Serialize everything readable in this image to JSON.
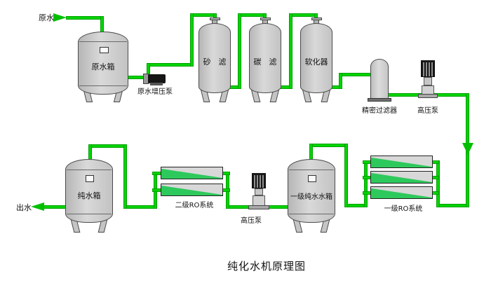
{
  "title": "纯化水机原理图",
  "flow": {
    "inlet_label": "原水",
    "outlet_label": "出水"
  },
  "equipment": {
    "raw_water_tank": "原水箱",
    "booster_pump": "原水增压泵",
    "sand_filter": "砂　滤",
    "carbon_filter": "碳　滤",
    "softener": "软化器",
    "precision_filter": "精密过滤器",
    "hp_pump_top": "高压泵",
    "ro_stage1": "一级RO系统",
    "stage1_pure_tank": "一级纯水水箱",
    "hp_pump_bottom": "高压泵",
    "ro_stage2": "二级RO系统",
    "pure_water_tank": "纯水箱"
  },
  "colors": {
    "pipe_green": "#00d400",
    "pipe_edge": "#00a000",
    "ro_membrane_green": "#2ec95c",
    "vessel_gray": "#c9c9c9",
    "pump_black": "#161616"
  }
}
